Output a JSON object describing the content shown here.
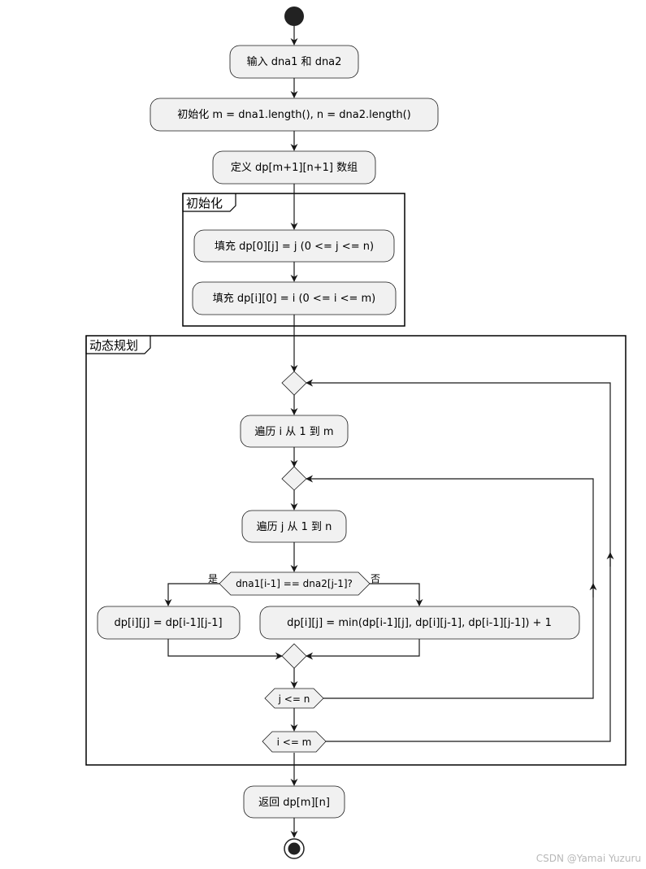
{
  "nodes": {
    "input": "输入 dna1 和 dna2",
    "init_vars": "初始化 m = dna1.length(), n = dna2.length()",
    "define_dp": "定义 dp[m+1][n+1] 数组",
    "fill_row": "填充 dp[0][j] = j (0 <= j <= n)",
    "fill_col": "填充 dp[i][0] = i (0 <= i <= m)",
    "loop_i": "遍历 i 从 1 到 m",
    "loop_j": "遍历 j 从 1 到 n",
    "condition": "dna1[i-1] == dna2[j-1]?",
    "branch_yes": "dp[i][j] = dp[i-1][j-1]",
    "branch_no": "dp[i][j] = min(dp[i-1][j], dp[i][j-1], dp[i-1][j-1]) + 1",
    "cond_j": "j <= n",
    "cond_i": "i <= m",
    "return": "返回 dp[m][n]"
  },
  "labels": {
    "yes": "是",
    "no": "否"
  },
  "partitions": {
    "init": "初始化",
    "dp": "动态规划"
  },
  "watermark": "CSDN @Yamai Yuzuru",
  "colors": {
    "node_fill": "#f1f1f1",
    "stroke": "#181818",
    "line": "#181818"
  }
}
